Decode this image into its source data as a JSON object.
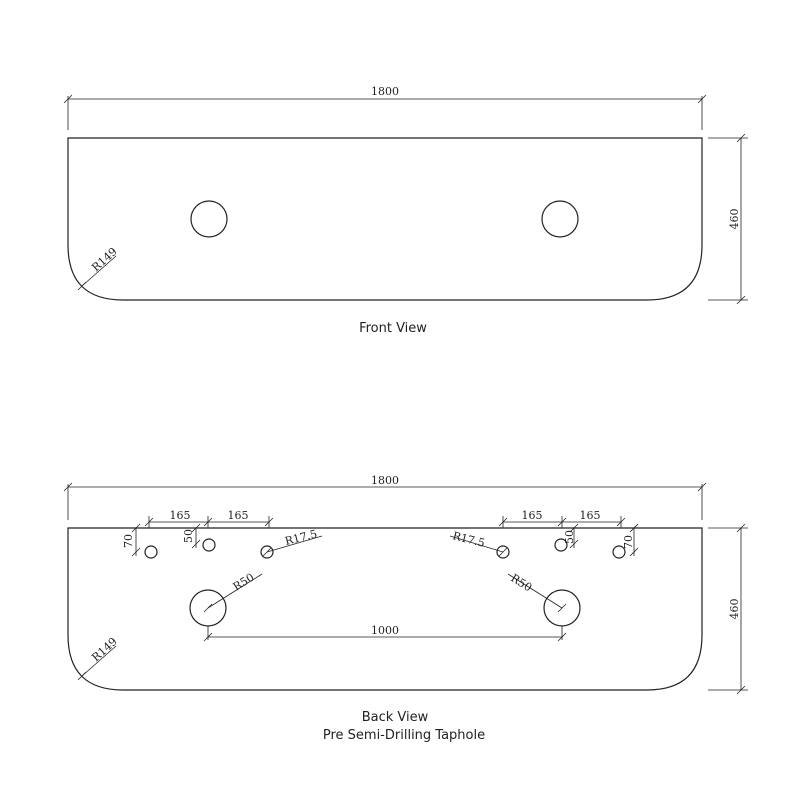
{
  "colors": {
    "line": "#222222",
    "background": "#ffffff"
  },
  "front_view": {
    "caption": "Front View",
    "width_label": "1800",
    "height_label": "460",
    "radius_label": "R149"
  },
  "back_view": {
    "caption": "Back View",
    "subcaption": "Pre Semi-Drilling Taphole",
    "width_label": "1800",
    "height_label": "460",
    "radius_label": "R149",
    "spacing_left_1": "165",
    "spacing_left_2": "165",
    "spacing_right_1": "165",
    "spacing_right_2": "165",
    "offset_left_outer": "70",
    "offset_left_inner": "50",
    "offset_right_inner": "50",
    "offset_right_outer": "70",
    "taphole_radius_left": "R17.5",
    "taphole_radius_right": "R17.5",
    "waste_radius_left": "R50",
    "waste_radius_right": "R50",
    "waste_spacing": "1000"
  }
}
